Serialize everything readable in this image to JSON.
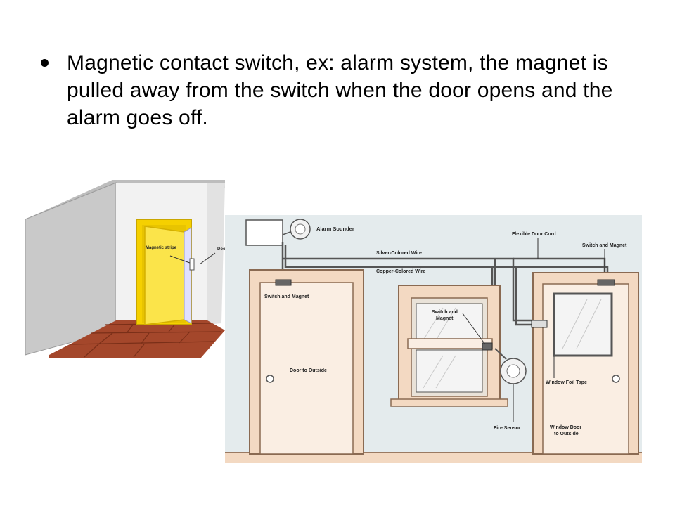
{
  "slide": {
    "bullet_text": "Magnetic contact switch, ex: alarm system, the magnet is pulled away from the switch when the door opens and the alarm goes off."
  },
  "figure_room": {
    "label_magnetic_strip": "Magnetic stripe",
    "label_door_cut": "Doo"
  },
  "figure_alarm": {
    "alarm_sounder": "Alarm Sounder",
    "flexible_door_cord": "Flexible Door Cord",
    "switch_and_magnet_right": "Switch and Magnet",
    "silver_wire": "Silver-Colored Wire",
    "copper_wire": "Copper-Colored Wire",
    "switch_and_magnet_left": "Switch and Magnet",
    "switch_and_magnet_window_1": "Switch and",
    "switch_and_magnet_window_2": "Magnet",
    "door_to_outside": "Door to Outside",
    "window_foil_tape": "Window Foil Tape",
    "fire_sensor": "Fire Sensor",
    "window_door_1": "Window Door",
    "window_door_2": "to Outside"
  }
}
